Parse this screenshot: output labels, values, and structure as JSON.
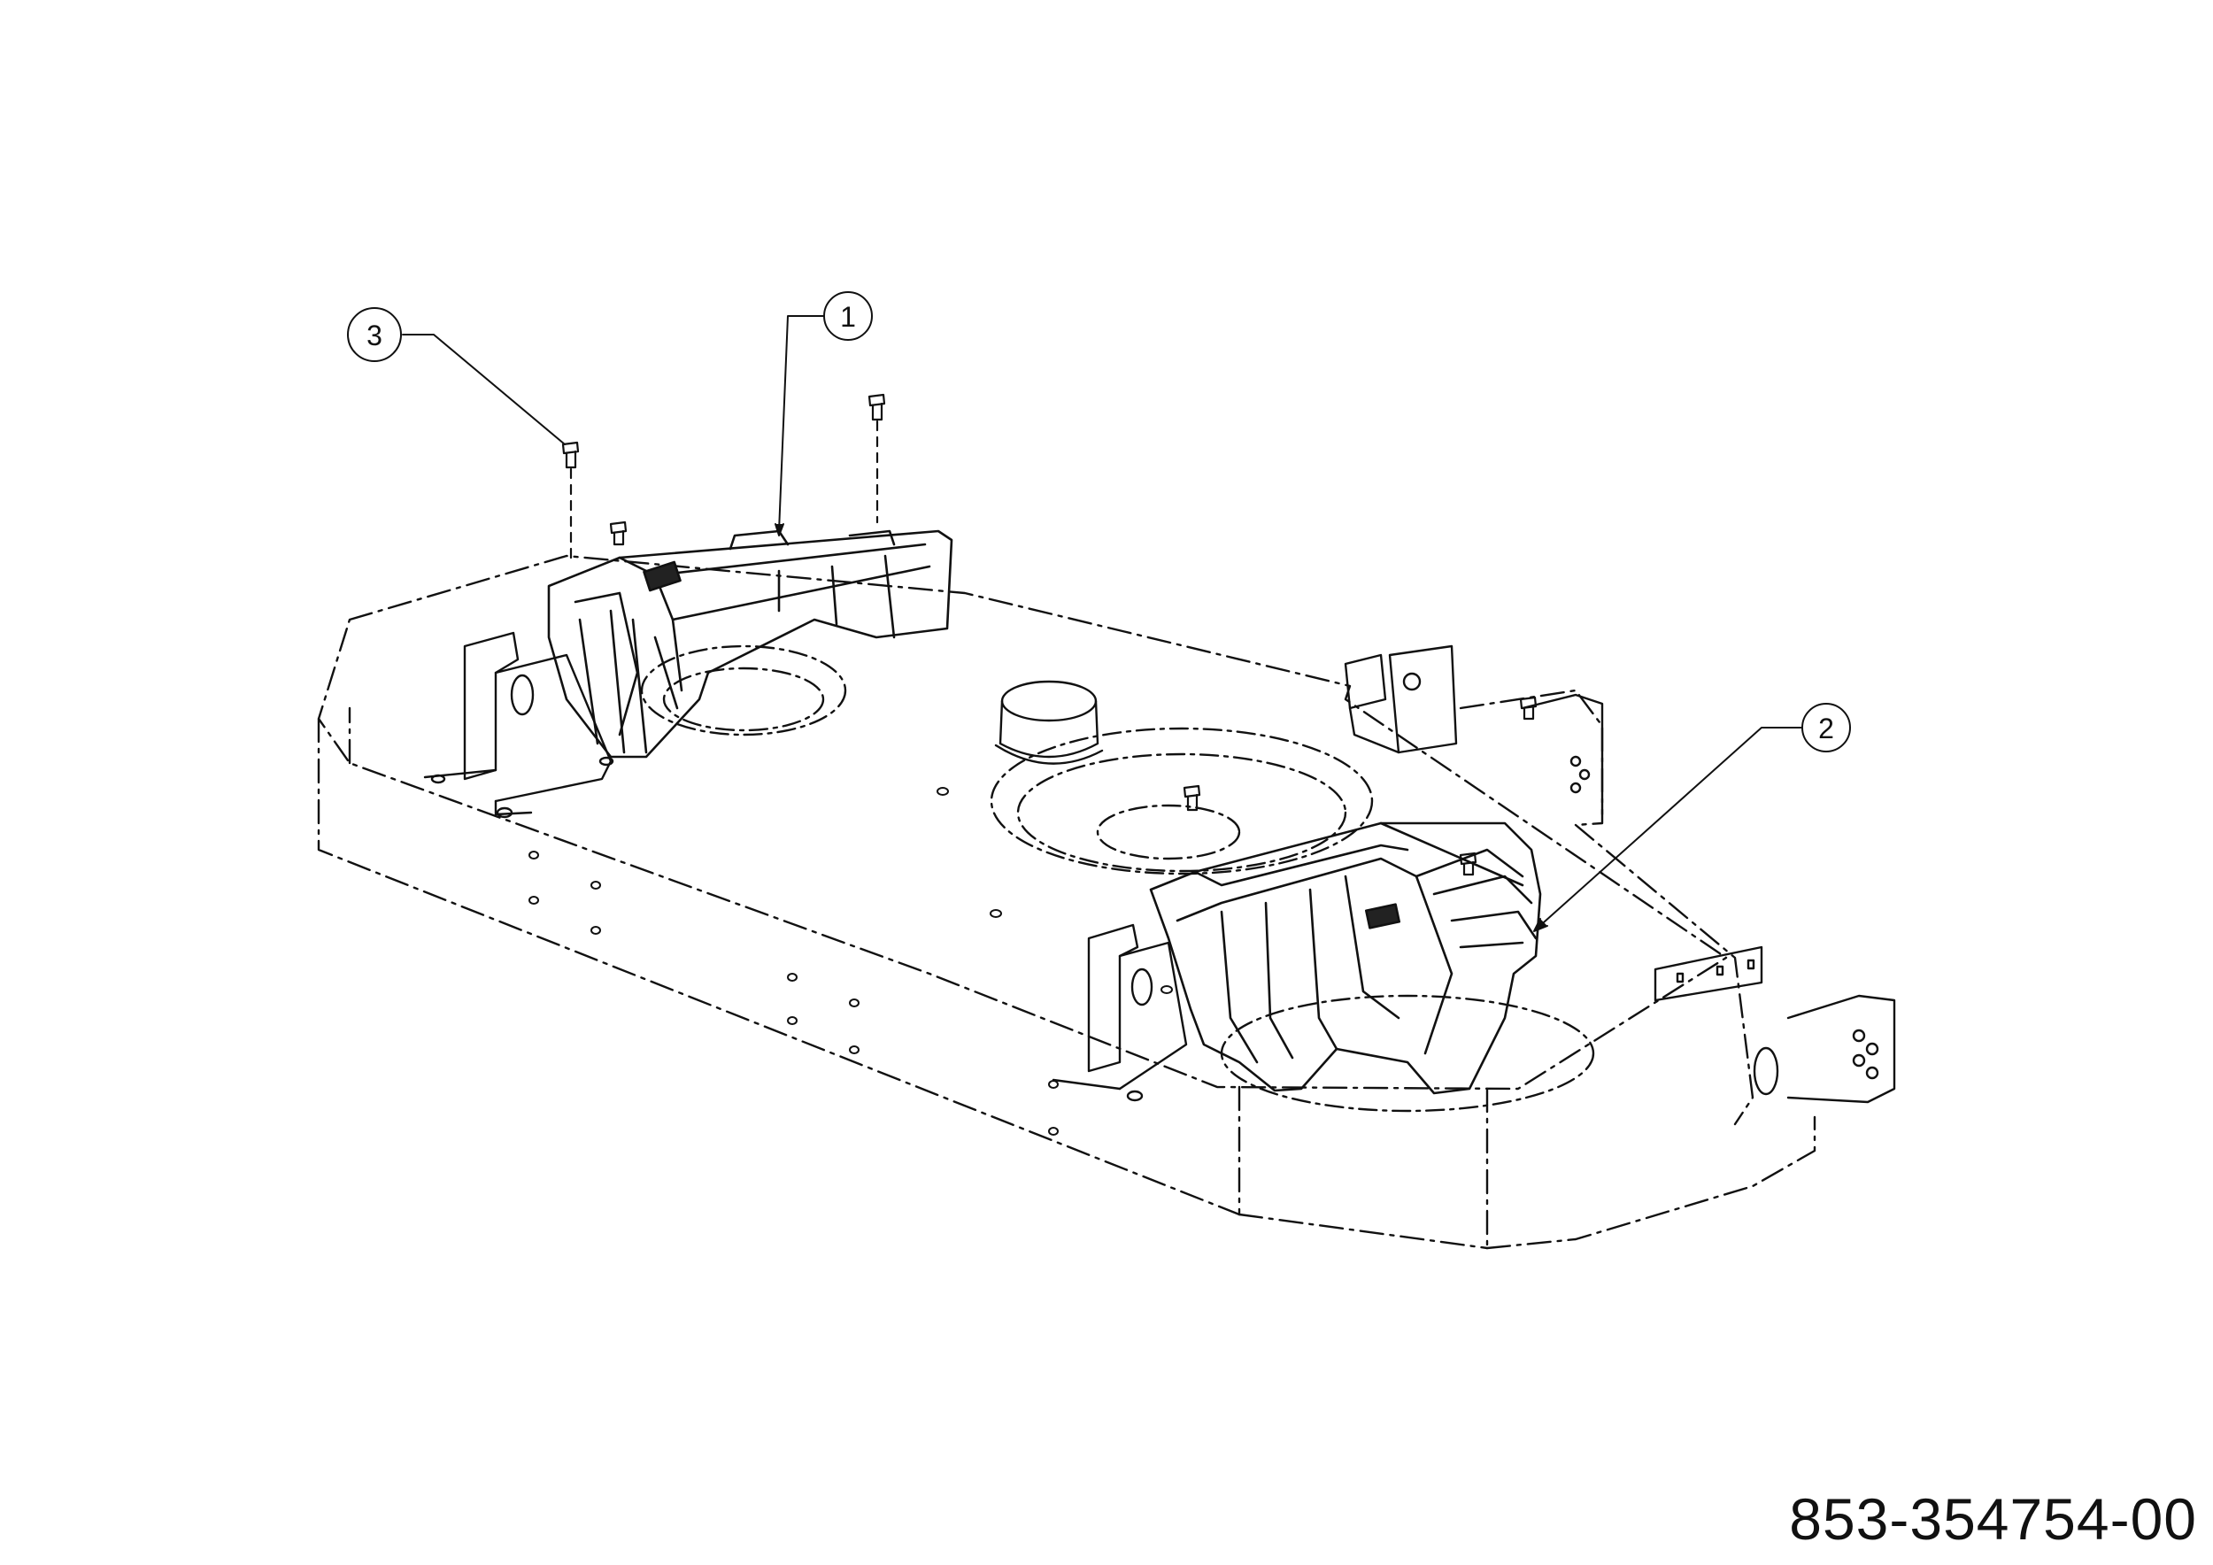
{
  "document_number": "853-354754-00",
  "callouts": [
    {
      "id": "callout-1",
      "label": "1"
    },
    {
      "id": "callout-2",
      "label": "2"
    },
    {
      "id": "callout-3",
      "label": "3"
    }
  ],
  "colors": {
    "ink": "#111111",
    "background": "#ffffff"
  }
}
